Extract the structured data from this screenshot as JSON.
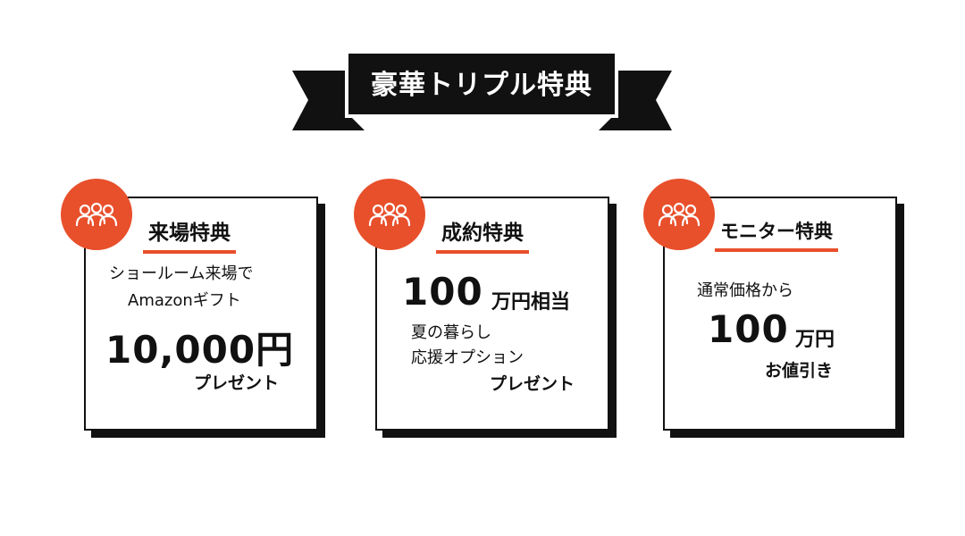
{
  "banner": {
    "title": "豪華トリプル特典"
  },
  "colors": {
    "accent": "#e84f2b",
    "ink": "#111111"
  },
  "cards": [
    {
      "icon": "people-group-icon",
      "title": "来場特典",
      "line1": "ショールーム来場で",
      "line2": "Amazonギフト",
      "amount": "10,000円",
      "note": "プレゼント"
    },
    {
      "icon": "people-group-icon",
      "title": "成約特典",
      "amount": "100",
      "unit": "万円相当",
      "line1": "夏の暮らし",
      "line2": "応援オプション",
      "note": "プレゼント"
    },
    {
      "icon": "people-group-icon",
      "title": "モニター特典",
      "line1": "通常価格から",
      "amount": "100",
      "unit": "万円",
      "note": "お値引き"
    }
  ]
}
